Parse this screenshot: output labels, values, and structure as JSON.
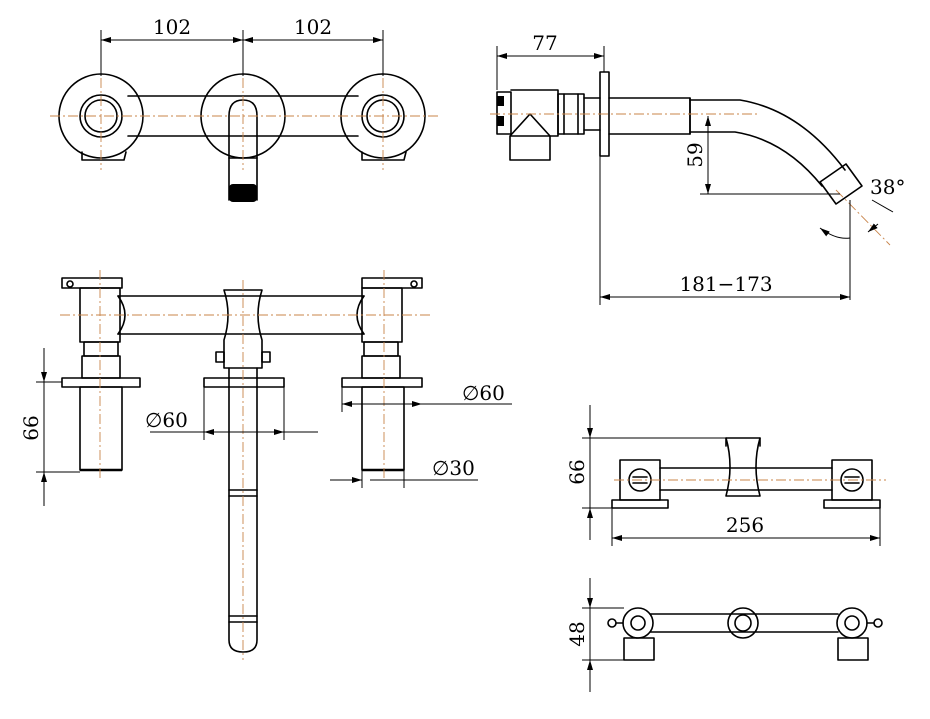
{
  "dimensions": {
    "top_left_spacing": "102",
    "top_right_spacing": "102",
    "side_depth": "77",
    "side_drop": "59",
    "spout_angle": "38°",
    "spout_reach": "181−173",
    "front_height": "66",
    "front_flange_left": "∅60",
    "front_flange_right": "∅60",
    "front_body_dia": "∅30",
    "box_height": "66",
    "box_width": "256",
    "box_depth": "48"
  },
  "colors": {
    "line": "#000000",
    "centerline": "#c8844a"
  }
}
